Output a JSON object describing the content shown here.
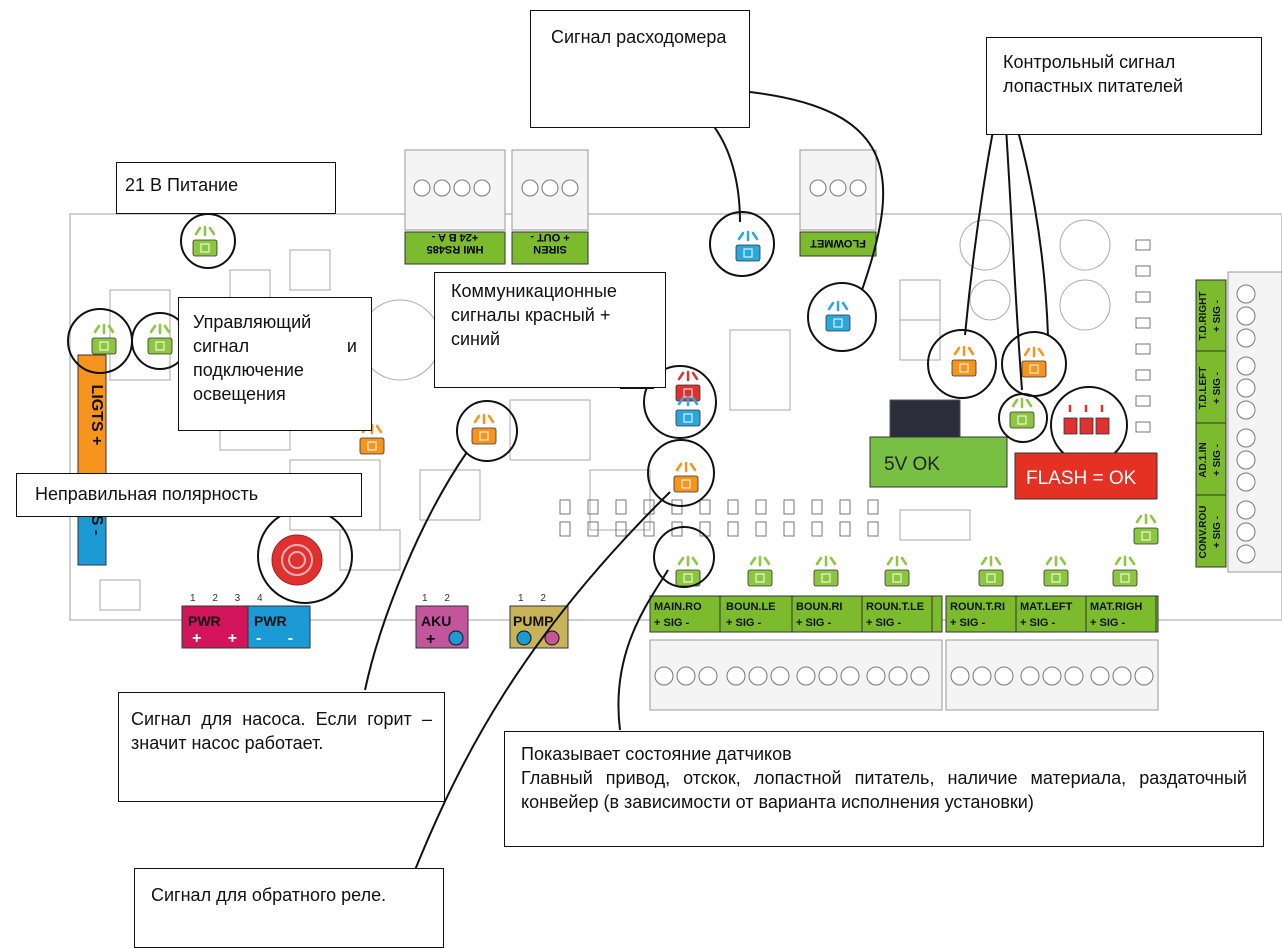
{
  "callouts": {
    "power": "21 В Питание",
    "flowmeter": "Сигнал расходомера",
    "paddle_feeders": "Контрольный сигнал лопастных питателей",
    "lighting": "Управляющий сигнал и подключение освещения",
    "communication": "Коммуникационные сигналы красный + синий",
    "polarity": "Неправильная полярность",
    "pump": "Сигнал для насоса. Если горит – значит насос работает.",
    "sensors_title": "Показывает состояние датчиков",
    "sensors_body": "Главный привод, отскок, лопастной питатель, наличие материала, раздаточный конвейер (в зависимости от варианта исполнения установки)",
    "reverse_relay": "Сигнал для обратного реле."
  },
  "status_boxes": {
    "five_v": "5V OK",
    "flash": "FLASH = OK"
  },
  "top_connectors": {
    "hmi": "HMI RS485",
    "hmi_pins": "+24 B A -",
    "siren": "SIREN",
    "siren_pins": "+ OUT -",
    "flowmet": "FLOWMET"
  },
  "bottom_connectors": [
    {
      "label": "MAIN.RO",
      "pins": "+ SIG -"
    },
    {
      "label": "BOUN.LE",
      "pins": "+ SIG -"
    },
    {
      "label": "BOUN.RI",
      "pins": "+ SIG -"
    },
    {
      "label": "ROUN.T.LE",
      "pins": "+ SIG -"
    },
    {
      "label": "ROUN.T.RI",
      "pins": "+ SIG -"
    },
    {
      "label": "MAT.LEFT",
      "pins": "+ SIG -"
    },
    {
      "label": "MAT.RIGH",
      "pins": "+ SIG -"
    }
  ],
  "right_connectors": [
    {
      "label": "T.D.RIGHT",
      "pins": "+ SIG -"
    },
    {
      "label": "T.D.LEFT",
      "pins": "+ SIG -"
    },
    {
      "label": "AD.1.IN",
      "pins": "+ SIG -"
    },
    {
      "label": "CONV.ROU",
      "pins": "+ SIG -"
    }
  ],
  "power_blocks": {
    "pwr1": "PWR",
    "pwr1_signs": "+ +",
    "pwr2": "PWR",
    "pwr2_signs": "- -",
    "pin_numbers": "1 2 3 4",
    "aku": "AKU",
    "aku_pins": "1 2",
    "pump": "PUMP",
    "pump_pins": "1 2"
  },
  "left_labels": {
    "ligts": "LIGTS +",
    "s_minus": "S -"
  },
  "colors": {
    "led_green": "#8cc63f",
    "led_orange": "#f7941d",
    "led_blue": "#29a8e0",
    "led_red": "#e03131",
    "connector_green": "#7dbb2e",
    "five_v_box": "#77c043",
    "flash_box": "#e53024",
    "pwr_red": "#d4145a",
    "pwr_blue": "#1c9ad6",
    "aku": "#c2559b",
    "pump": "#c8b35a"
  }
}
